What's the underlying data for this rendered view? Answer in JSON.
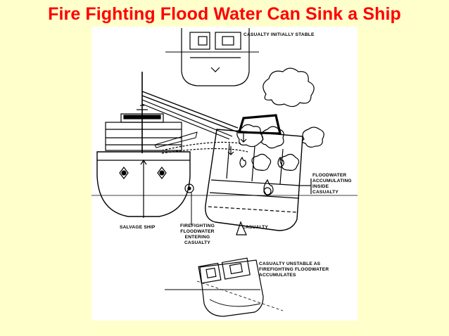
{
  "title": "Fire Fighting Flood Water Can Sink a Ship",
  "diagram": {
    "labels": {
      "casualty_initially_stable": "CASUALTY INITIALLY STABLE",
      "floodwater_accumulating": "FLOODWATER\nACCUMULATING\nINSIDE\nCASUALTY",
      "salvage_ship": "SALVAGE SHIP",
      "firefighting_floodwater": "FIREFIGHTING\nFLOODWATER\nENTERING\nCASUALTY",
      "casualty": "CASUALTY",
      "casualty_unstable": "CASUALTY UNSTABLE AS\nFIREFIGHTING FLOODWATER\nACCUMULATES"
    }
  }
}
